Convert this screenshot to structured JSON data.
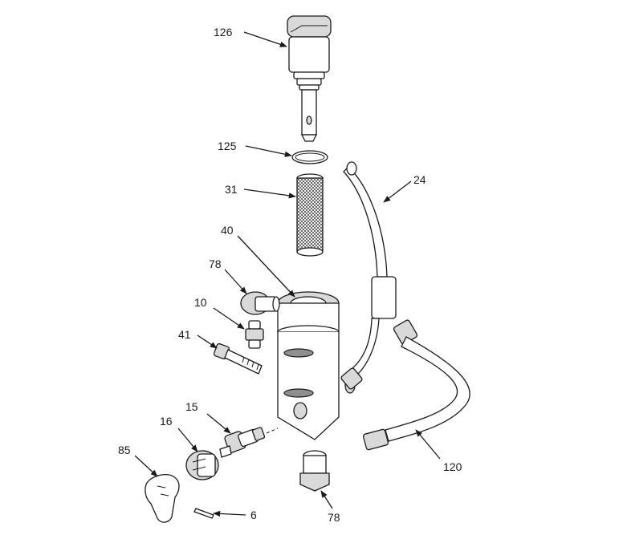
{
  "labels": {
    "l126": "126",
    "l125": "125",
    "l31": "31",
    "l40": "40",
    "l24": "24",
    "l78_top": "78",
    "l10": "10",
    "l41": "41",
    "l15": "15",
    "l16": "16",
    "l85": "85",
    "l6": "6",
    "l120": "120",
    "l78_bottom": "78"
  },
  "colors": {
    "line": "#1a1a1a",
    "shade": "#d9d9d9",
    "dark": "#8f8f8f"
  }
}
